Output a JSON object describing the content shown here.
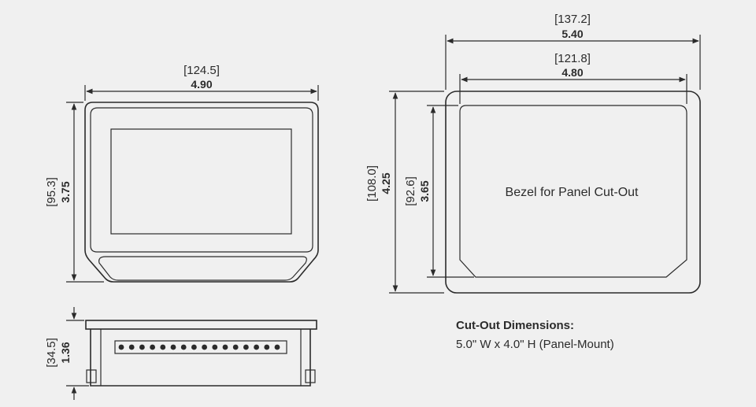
{
  "front_view": {
    "width_mm": "[124.5]",
    "width_in": "4.90",
    "height_mm": "[95.3]",
    "height_in": "3.75"
  },
  "side_view": {
    "depth_mm": "[34.5]",
    "depth_in": "1.36"
  },
  "bezel": {
    "outer_width_mm": "[137.2]",
    "outer_width_in": "5.40",
    "inner_width_mm": "[121.8]",
    "inner_width_in": "4.80",
    "outer_height_mm": "[108.0]",
    "outer_height_in": "4.25",
    "inner_height_mm": "[92.6]",
    "inner_height_in": "3.65",
    "label": "Bezel for Panel Cut-Out"
  },
  "cutout": {
    "title": "Cut-Out Dimensions:",
    "spec": "5.0\" W x 4.0\" H (Panel-Mount)"
  },
  "colors": {
    "background": "#f0f0f0",
    "line": "#2b2b2b"
  }
}
